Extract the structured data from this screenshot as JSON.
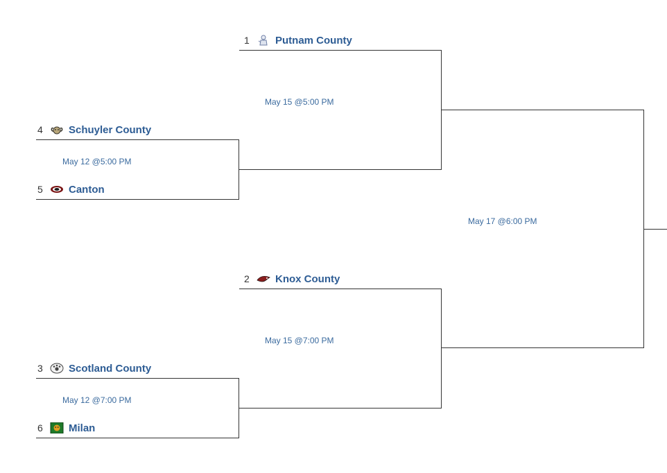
{
  "round1": {
    "game1": {
      "top": {
        "seed": "4",
        "name": "Schuyler County",
        "logo": "ram-logo-icon"
      },
      "bottom": {
        "seed": "5",
        "name": "Canton",
        "logo": "tiger-logo-icon"
      },
      "time": "May 12 @5:00 PM"
    },
    "game2": {
      "top": {
        "seed": "3",
        "name": "Scotland County",
        "logo": "tiger-paw-logo-icon"
      },
      "bottom": {
        "seed": "6",
        "name": "Milan",
        "logo": "wildcat-logo-icon"
      },
      "time": "May 12 @7:00 PM"
    }
  },
  "round2": {
    "game1": {
      "top": {
        "seed": "1",
        "name": "Putnam County",
        "logo": "midget-logo-icon"
      },
      "time": "May 15 @5:00 PM"
    },
    "game2": {
      "top": {
        "seed": "2",
        "name": "Knox County",
        "logo": "eagle-logo-icon"
      },
      "time": "May 15 @7:00 PM"
    }
  },
  "final": {
    "time": "May 17 @6:00 PM"
  },
  "colors": {
    "team_name": "#2d5c94",
    "game_time": "#3a6a9e",
    "line": "#333333"
  }
}
